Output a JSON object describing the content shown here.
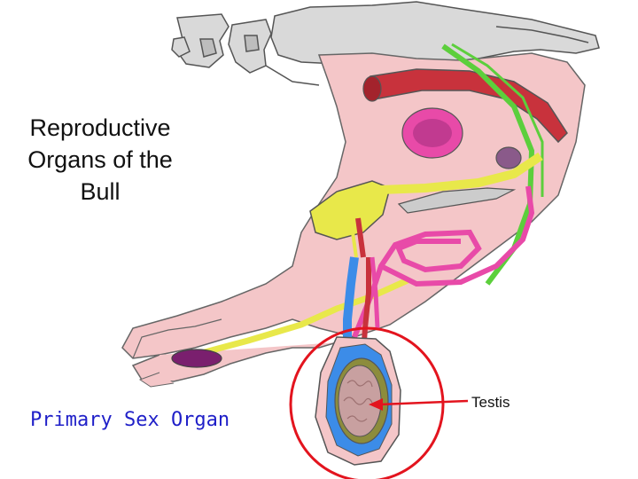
{
  "title": {
    "lines": [
      "Reproductive",
      "Organs of the",
      "Bull"
    ]
  },
  "subtitle": "Primary Sex Organ",
  "labels": {
    "testis": "Testis"
  },
  "colors": {
    "highlight_circle": "#e3141e",
    "pointer_arrow": "#e3141e",
    "subtitle_text": "#1f1fc8",
    "vertebrae": "#d9d9d9",
    "body_tissue": "#f4c6c8",
    "rectum": "#c8323c",
    "urethra_yellow": "#e8e84a",
    "retractor_muscle_green": "#5ccf3c",
    "vas_deferens_pink": "#e84aa8",
    "spermatic_cord_blue": "#3c8ce8",
    "testis": "#c8a0a0",
    "epididymis": "#8c8c3c"
  }
}
